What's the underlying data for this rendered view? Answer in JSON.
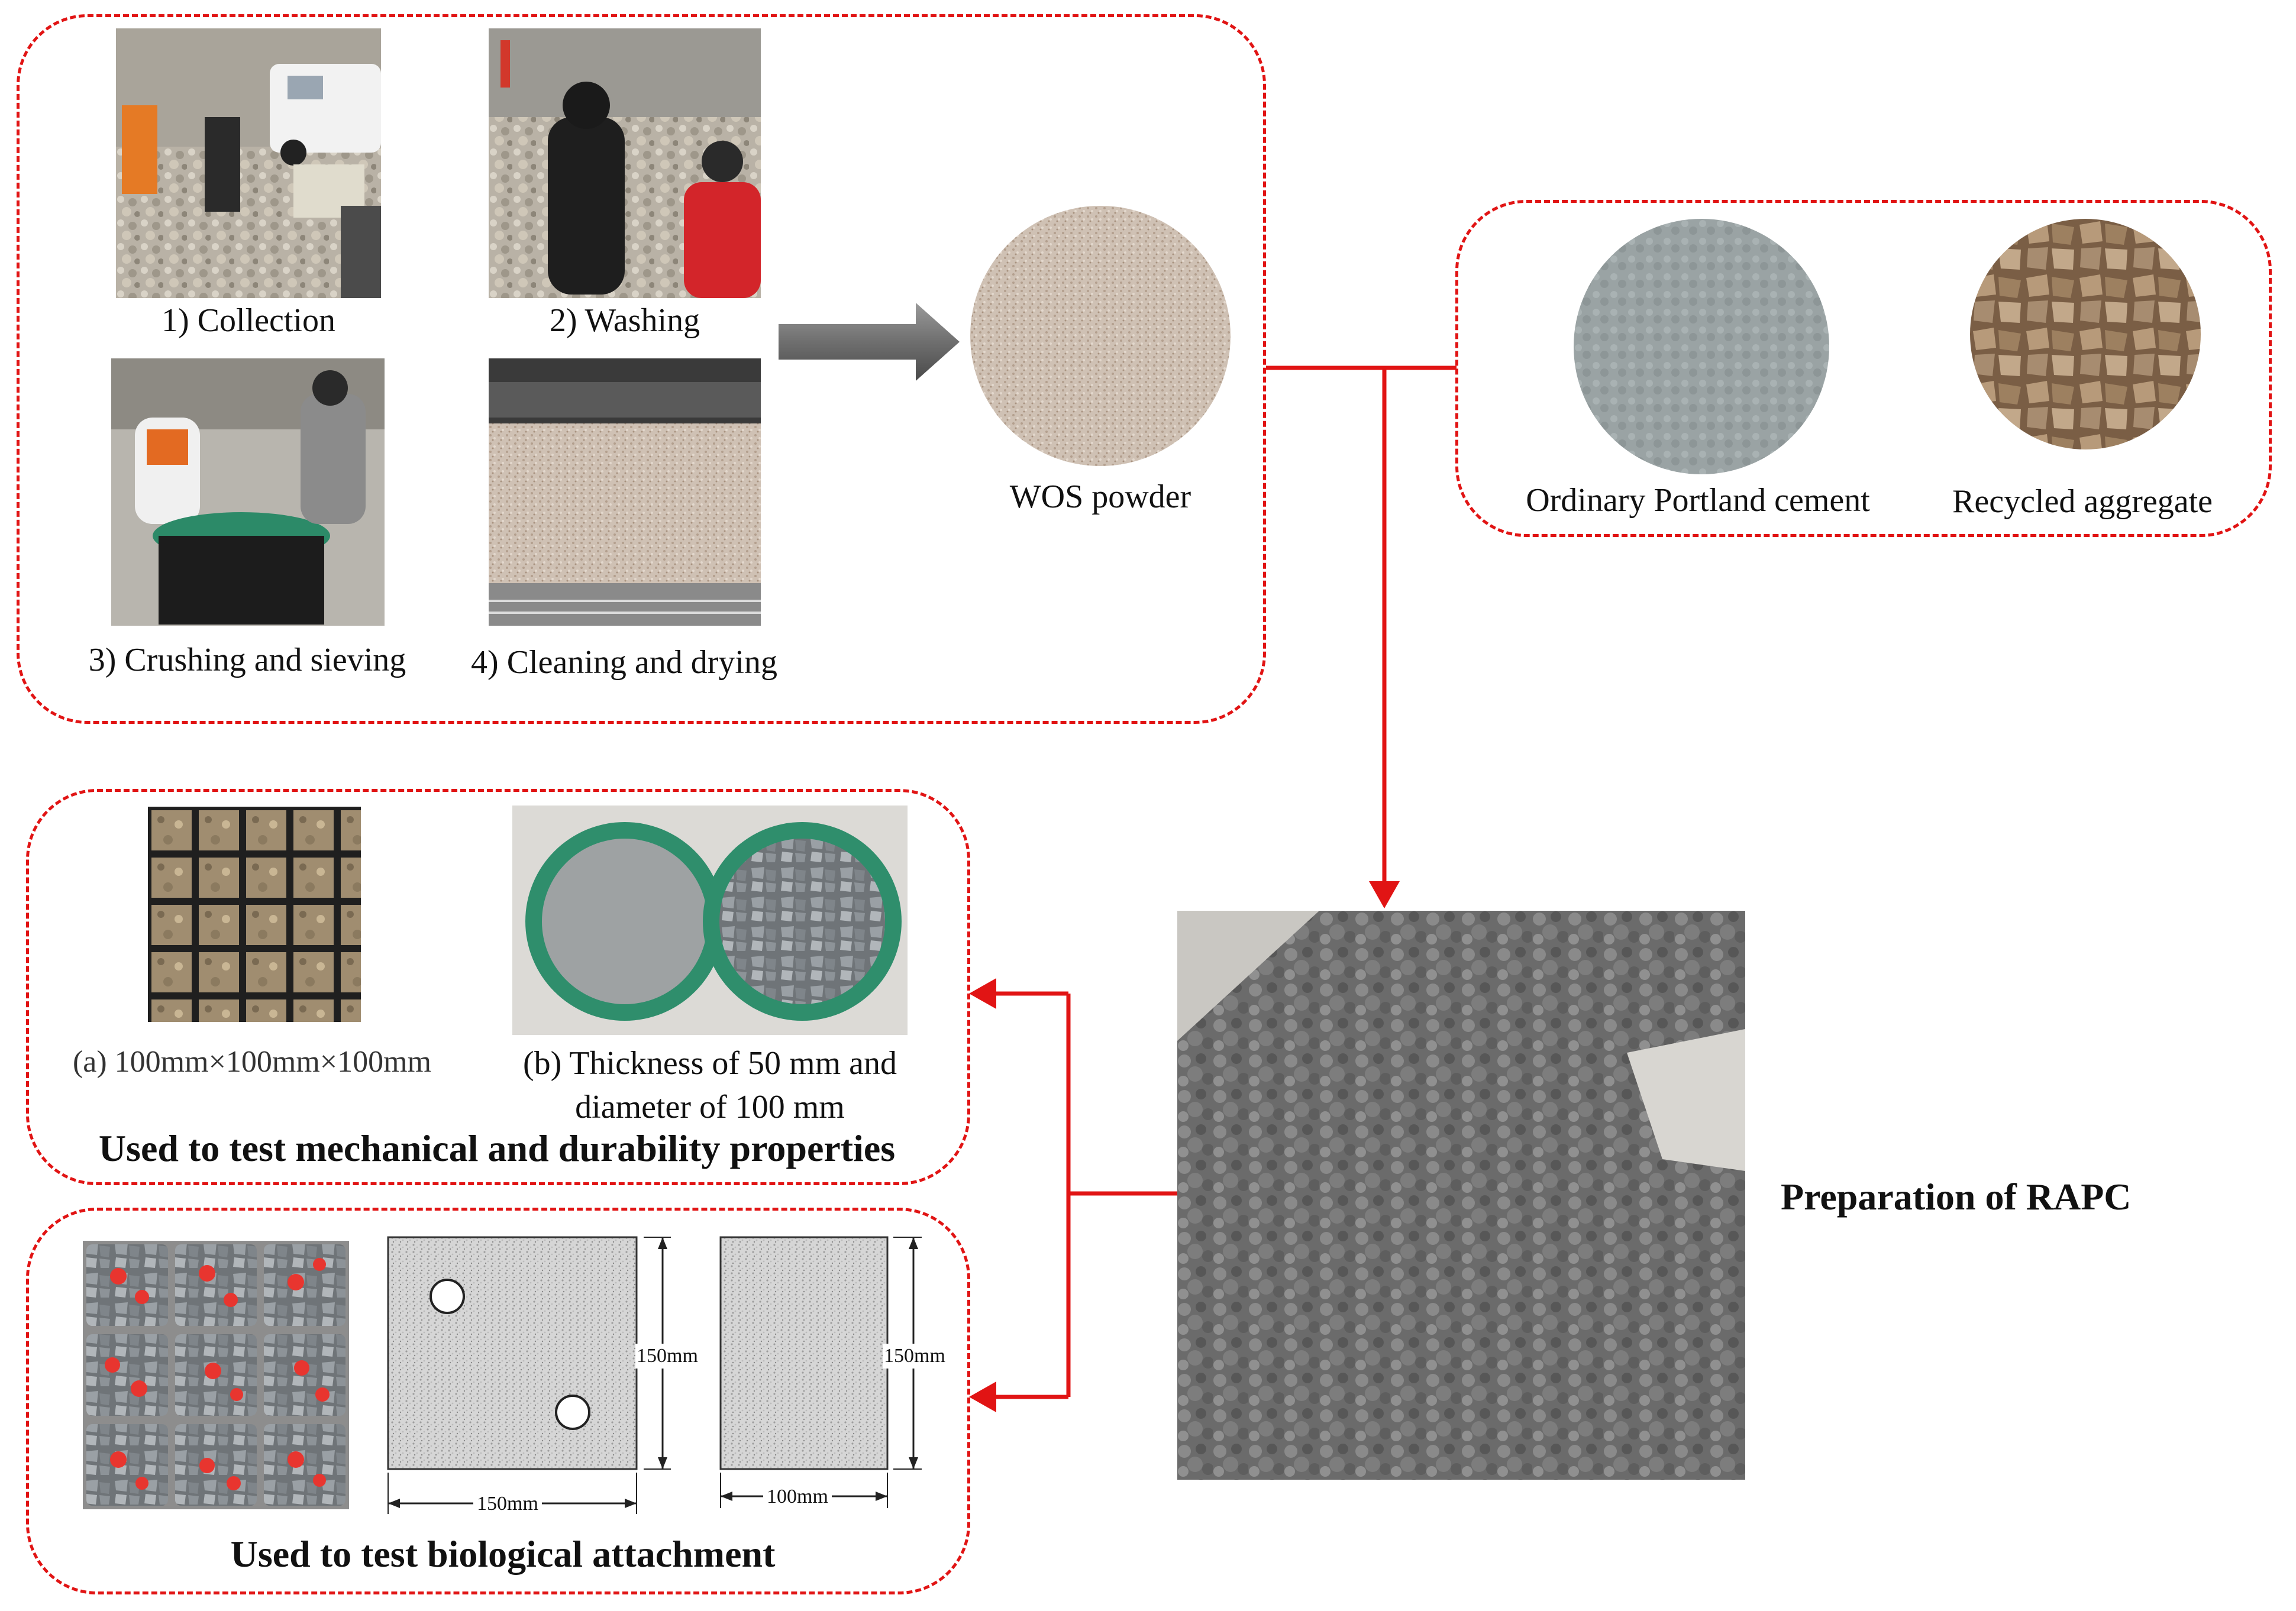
{
  "steps": {
    "collection": "1) Collection",
    "washing": "2) Washing",
    "crushing": "3) Crushing and sieving",
    "cleaning": "4) Cleaning and drying"
  },
  "wos_label": "WOS powder",
  "materials": {
    "cement": "Ordinary Portland cement",
    "aggregate": "Recycled aggregate"
  },
  "specimens": {
    "cube_label": "(a) 100mm×100mm×100mm",
    "disk_label_line1": "(b) Thickness of 50 mm and",
    "disk_label_line2": "diameter of 100 mm",
    "mech_title": "Used to test mechanical and durability properties",
    "bio_title": "Used to test biological attachment",
    "dim_150": "150mm",
    "dim_100": "100mm"
  },
  "prep_label": "Preparation of RAPC",
  "colors": {
    "accent": "#e11414",
    "arrow_gray": "#6f6f6f"
  }
}
